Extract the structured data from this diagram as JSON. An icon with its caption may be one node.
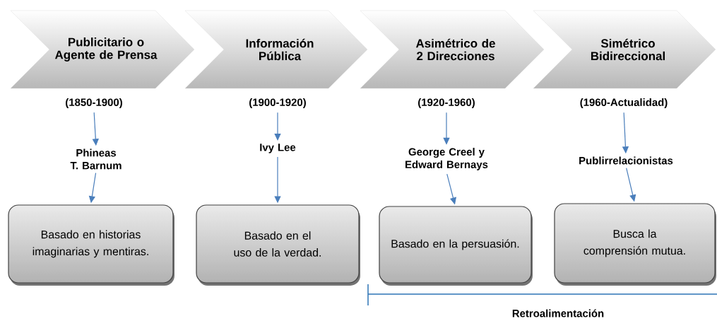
{
  "diagram": {
    "nodes": [
      {
        "text": [
          "Publicitario o Agente de Prensa"
        ]
      },
      {
        "text": [
          "Información Pública"
        ]
      },
      {
        "text": [
          "Asimétrico de 2 Direcciones"
        ]
      },
      {
        "text": [
          "Simétrico Bidireccional"
        ]
      },
      {
        "text": [
          "(1850-1900)"
        ]
      },
      {
        "text": [
          "(1900-1920)"
        ]
      },
      {
        "text": [
          "(1920-1960)"
        ]
      },
      {
        "text": [
          "(1960-Actualidad)"
        ]
      },
      {
        "text": [
          "Phineas T. Barnum"
        ]
      },
      {
        "text": [
          "Ivy Lee"
        ]
      },
      {
        "text": [
          "George Creel y Edward Bernays"
        ]
      },
      {
        "text": [
          "Publirrelacionistas"
        ]
      },
      {
        "text": [
          "Basado en historias imaginarias y mentiras."
        ]
      },
      {
        "text": [
          "Basado en el uso de la verdad."
        ]
      },
      {
        "text": [
          "Basado en la persuasión."
        ]
      },
      {
        "text": [
          "Busca la comprensión mutua."
        ]
      }
    ],
    "edges": [
      {
        "from": 4,
        "to": 8,
        "arrow": "to"
      },
      {
        "from": 8,
        "to": 12,
        "arrow": "to"
      },
      {
        "from": 5,
        "to": 9,
        "arrow": "to"
      },
      {
        "from": 9,
        "to": 13,
        "arrow": "to"
      },
      {
        "from": 6,
        "to": 10,
        "arrow": "to"
      },
      {
        "from": 10,
        "to": 14,
        "arrow": "to"
      },
      {
        "from": 7,
        "to": 11,
        "arrow": "to"
      },
      {
        "from": 11,
        "to": 15,
        "arrow": "to"
      }
    ],
    "labels": [
      "Retroalimentación"
    ]
  }
}
